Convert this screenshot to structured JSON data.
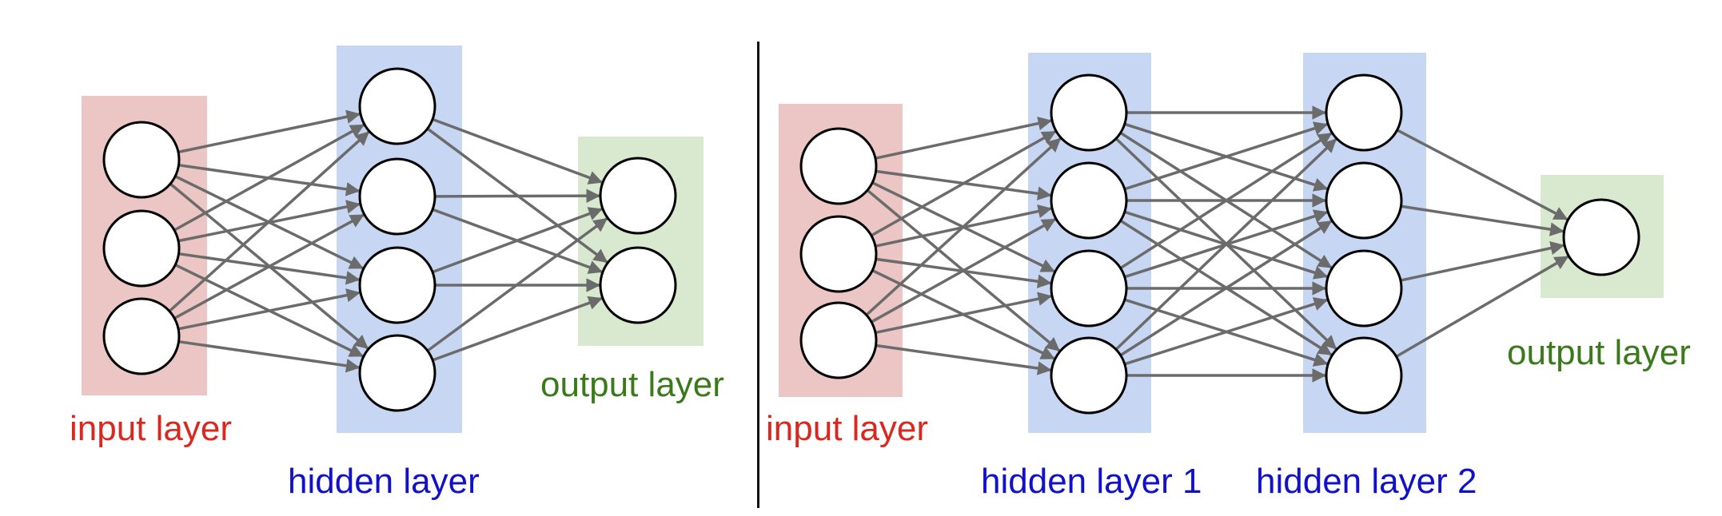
{
  "colors": {
    "input_band": "#ecc5c5",
    "hidden_band": "#c6d6f3",
    "output_band": "#d8e9cf",
    "input_text": "#d9281f",
    "hidden_text": "#1111cc",
    "output_text": "#3b7a1a",
    "edge": "#6b6b6b",
    "node_stroke": "#000000",
    "node_fill": "#ffffff"
  },
  "network_1": {
    "input_label": "input layer",
    "hidden_label": "hidden layer",
    "output_label": "output layer",
    "layers": [
      3,
      4,
      2
    ]
  },
  "network_2": {
    "input_label": "input layer",
    "hidden1_label": "hidden layer 1",
    "hidden2_label": "hidden layer 2",
    "output_label": "output layer",
    "layers": [
      3,
      4,
      4,
      1
    ]
  }
}
